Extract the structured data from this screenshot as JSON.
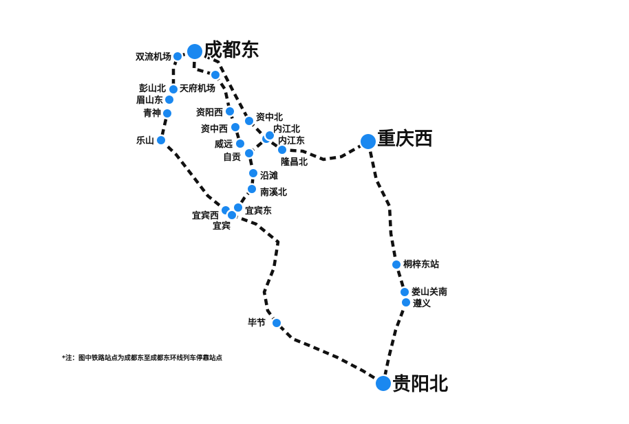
{
  "map": {
    "note": "*注：图中铁路站点为成都东至成都东环线列车停靠站点",
    "colors": {
      "station": "#1a88f0",
      "track": "#111111",
      "label": "#111111"
    },
    "major_stations": [
      "成都东",
      "重庆西",
      "贵阳北"
    ],
    "stations": [
      {
        "id": "chengdudong",
        "name": "成都东"
      },
      {
        "id": "shuangliu",
        "name": "双流机场"
      },
      {
        "id": "tianfu",
        "name": "天府机场"
      },
      {
        "id": "pengshanbei",
        "name": "彭山北"
      },
      {
        "id": "meishandong",
        "name": "眉山东"
      },
      {
        "id": "qingshen",
        "name": "青神"
      },
      {
        "id": "leshan",
        "name": "乐山"
      },
      {
        "id": "ziyangxi",
        "name": "资阳西"
      },
      {
        "id": "zizhongxi",
        "name": "资中西"
      },
      {
        "id": "zizhongbei",
        "name": "资中北"
      },
      {
        "id": "neijiangbei",
        "name": "内江北"
      },
      {
        "id": "neijiangdong",
        "name": "内江东"
      },
      {
        "id": "longchangbei",
        "name": "隆昌北"
      },
      {
        "id": "weiyuan",
        "name": "威远"
      },
      {
        "id": "zigong",
        "name": "自贡"
      },
      {
        "id": "yantan",
        "name": "沿滩"
      },
      {
        "id": "nanxibei",
        "name": "南溪北"
      },
      {
        "id": "yibinxi",
        "name": "宜宾西"
      },
      {
        "id": "yibin",
        "name": "宜宾"
      },
      {
        "id": "yibindong",
        "name": "宜宾东"
      },
      {
        "id": "chongqingxi",
        "name": "重庆西"
      },
      {
        "id": "tongzidong",
        "name": "桐梓东站"
      },
      {
        "id": "loushanguannan",
        "name": "娄山关南"
      },
      {
        "id": "zunyi",
        "name": "遵义"
      },
      {
        "id": "guiyangbei",
        "name": "贵阳北"
      },
      {
        "id": "bijie",
        "name": "毕节"
      }
    ]
  }
}
